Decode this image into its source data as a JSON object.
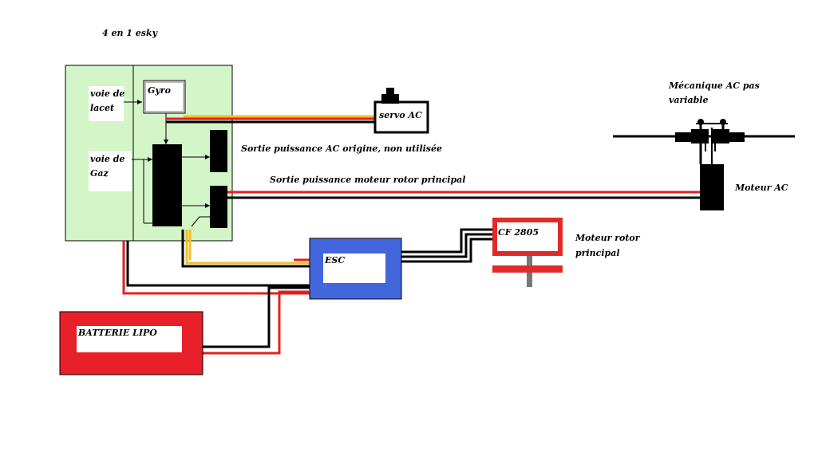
{
  "title": "4 en 1 esky",
  "labels": {
    "voie_lacet": [
      "voie de",
      "lacet"
    ],
    "voie_gaz": [
      "voie de",
      "Gaz"
    ],
    "gyro": "Gyro",
    "servo": "servo AC",
    "sortie_ac": "Sortie puissance AC origine, non utilisée",
    "sortie_moteur": "Sortie puissance moteur rotor principal",
    "mecanique": [
      "Mécanique AC pas",
      "variable"
    ],
    "moteur_ac": "Moteur AC",
    "cf": "CF 2805",
    "moteur_rotor": [
      "Moteur rotor",
      "principal"
    ],
    "esc": "ESC",
    "batterie": "BATTERIE LIPO"
  },
  "colors": {
    "board": "#d4f5c8",
    "esc": "#4466dd",
    "battery": "#e8202a",
    "motor_frame": "#e02a2a",
    "wire_red": "#e02020",
    "wire_black": "#000000",
    "wire_yellow": "#f5c020"
  }
}
